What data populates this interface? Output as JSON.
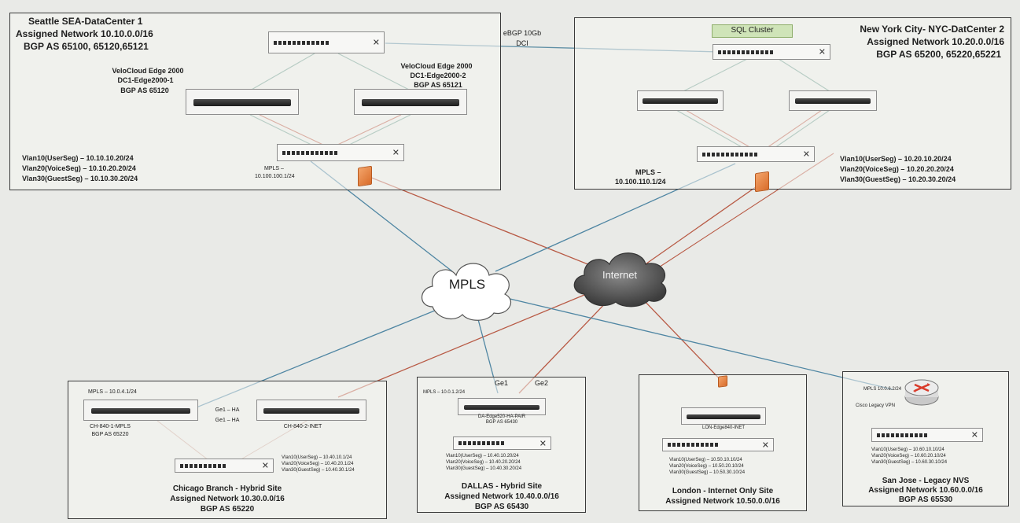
{
  "seattle": {
    "title": "Seattle SEA-DataCenter 1",
    "network": "Assigned Network 10.10.0.0/16",
    "bgp": "BGP AS 65100, 65120,65121",
    "edge1_model": "VeloCloud Edge 2000",
    "edge1_name": "DC1-Edge2000-1",
    "edge1_bgp": "BGP AS 65120",
    "edge2_model": "VeloCloud Edge 2000",
    "edge2_name": "DC1-Edge2000-2",
    "edge2_bgp": "BGP AS 65121",
    "vlans": [
      "Vlan10(UserSeg) – 10.10.10.20/24",
      "Vlan20(VoiceSeg) – 10.10.20.20/24",
      "Vlan30(GuestSeg) – 10.10.30.20/24"
    ],
    "mpls_line1": "MPLS –",
    "mpls_line2": "10.100.100.1/24"
  },
  "link": {
    "line1": "eBGP 10Gb",
    "line2": "DCI"
  },
  "nyc": {
    "title": "New York City- NYC-DatCenter 2",
    "network": "Assigned Network 10.20.0.0/16",
    "bgp": "BGP AS 65200, 65220,65221",
    "sql": "SQL Cluster",
    "vlans": [
      "Vlan10(UserSeg) – 10.20.10.20/24",
      "Vlan20(VoiceSeg) – 10.20.20.20/24",
      "Vlan30(GuestSeg) – 10.20.30.20/24"
    ],
    "mpls_line1": "MPLS –",
    "mpls_line2": "10.100.110.1/24"
  },
  "clouds": {
    "mpls": "MPLS",
    "internet": "Internet"
  },
  "chicago": {
    "mpls": "MPLS – 10.0.4.1/24",
    "edge1_name": "CH-840-1-MPLS",
    "edge1_bgp": "BGP AS 65220",
    "edge2_name": "CH-840-2-INET",
    "middle": "Ge1 – HA",
    "middle2": "Ge1 – HA",
    "vlans": [
      "Vlan10(UserSeg) – 10.40.10.1/24",
      "Vlan20(VoiceSeg) – 10.40.20.1/24",
      "Vlan30(GuestSeg) – 10.40.30.1/24"
    ],
    "title": "Chicago Branch - Hybrid Site",
    "network": "Assigned Network 10.30.0.0/16",
    "bgp": "BGP AS 65220"
  },
  "dallas": {
    "ge1": "Ge1",
    "ge2": "Ge2",
    "mpls": "MPLS – 10.0.1.2/24",
    "edge_name": "DA-Edge520-HA-PAIR",
    "edge_bgp": "BGP AS 65430",
    "vlans": [
      "Vlan10(UserSeg) – 10.40.10.20/24",
      "Vlan20(VoiceSeg) – 10.40.20.20/24",
      "Vlan30(GuestSeg) – 10.40.30.20/24"
    ],
    "title": "DALLAS - Hybrid Site",
    "network": "Assigned Network 10.40.0.0/16",
    "bgp": "BGP AS 65430"
  },
  "london": {
    "edge_name": "LON-Edge840-INET",
    "vlans": [
      "Vlan10(UserSeg) – 10.50.10.10/24",
      "Vlan20(VoiceSeg) – 10.50.20.10/24",
      "Vlan30(GuestSeg) – 10.50.30.10/24"
    ],
    "title": "London - Internet Only Site",
    "network": "Assigned Network 10.50.0.0/16"
  },
  "sanjose": {
    "mpls": "MPLS 10.0.6.2/24",
    "router": "Cisco Legacy VPN",
    "vlans": [
      "Vlan10(UserSeg) – 10.60.10.10/24",
      "Vlan20(VoiceSeg) – 10.60.20.10/24",
      "Vlan30(GuestSeg) – 10.60.30.10/24"
    ],
    "title": "San Jose - Legacy NVS",
    "network": "Assigned Network 10.60.0.0/16",
    "bgp": "BGP AS 65530"
  },
  "colors": {
    "mpls_link": "#4f86a3",
    "internet_link": "#b85a45",
    "lan_link": "#6a9a8c",
    "dc_link": "#5f8fa5"
  }
}
